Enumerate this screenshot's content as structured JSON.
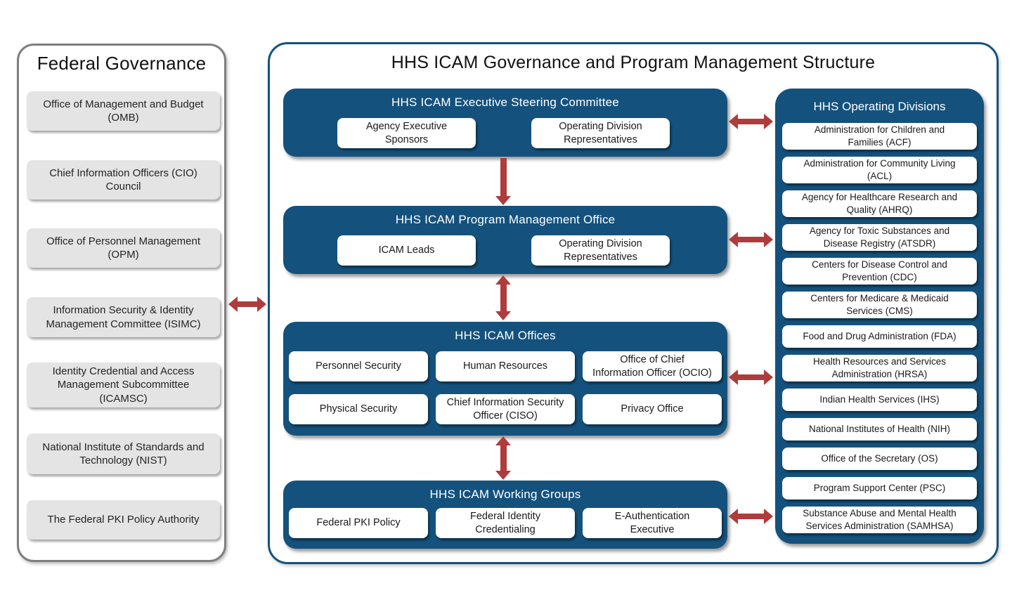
{
  "colors": {
    "panel_blue": "#14527D",
    "arrow_red": "#AE3C3C",
    "item_gray": "#E4E4E4",
    "panel_gray_border": "#7F7F7F"
  },
  "federal_governance": {
    "title": "Federal Governance",
    "items": [
      "Office of Management and Budget\n(OMB)",
      "Chief Information Officers (CIO)\nCouncil",
      "Office of Personnel Management\n(OPM)",
      "Information Security & Identity\nManagement Committee (ISIMC)",
      "Identity Credential and Access\nManagement Subcommittee\n(ICAMSC)",
      "National Institute of Standards and\nTechnology (NIST)",
      "The Federal PKI Policy Authority"
    ]
  },
  "hhs_structure": {
    "title": "HHS ICAM Governance and Program Management Structure",
    "committees": [
      {
        "title": "HHS ICAM Executive Steering Committee",
        "members": [
          "Agency Executive\nSponsors",
          "Operating Division\nRepresentatives"
        ]
      },
      {
        "title": "HHS ICAM Program Management Office",
        "members": [
          "ICAM Leads",
          "Operating Division\nRepresentatives"
        ]
      },
      {
        "title": "HHS ICAM Offices",
        "members": [
          "Personnel Security",
          "Human Resources",
          "Office of Chief\nInformation Officer (OCIO)",
          "Physical Security",
          "Chief Information Security\nOfficer (CISO)",
          "Privacy Office"
        ]
      },
      {
        "title": "HHS ICAM Working Groups",
        "members": [
          "Federal PKI Policy",
          "Federal Identity\nCredentialing",
          "E-Authentication\nExecutive"
        ]
      }
    ],
    "operating_divisions": {
      "title": "HHS Operating Divisions",
      "items": [
        "Administration for Children and\nFamilies (ACF)",
        "Administration for Community Living\n(ACL)",
        "Agency for Healthcare Research and\nQuality (AHRQ)",
        "Agency for Toxic Substances and\nDisease Registry (ATSDR)",
        "Centers for Disease Control and\nPrevention (CDC)",
        "Centers for Medicare & Medicaid\nServices (CMS)",
        "Food and Drug Administration (FDA)",
        "Health Resources and Services\nAdministration (HRSA)",
        "Indian Health Services (IHS)",
        "National Institutes of Health (NIH)",
        "Office of the Secretary (OS)",
        "Program Support Center (PSC)",
        "Substance Abuse and Mental Health\nServices Administration (SAMHSA)"
      ]
    }
  }
}
